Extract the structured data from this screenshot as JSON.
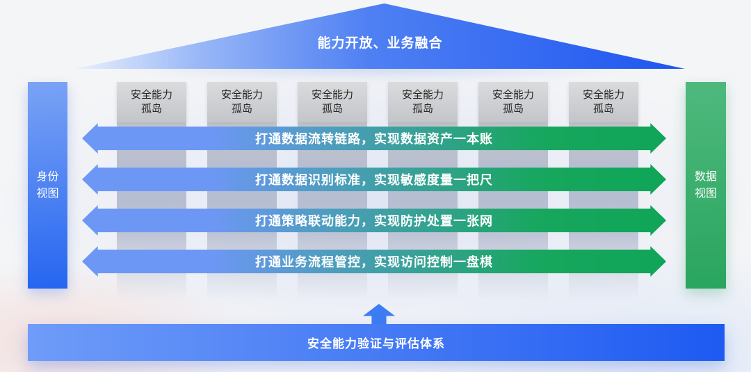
{
  "roof": {
    "label": "能力开放、业务融合"
  },
  "left_bar": {
    "label": "身份\n视图"
  },
  "right_bar": {
    "label": "数据\n视图"
  },
  "islands": [
    {
      "label": "安全能力\n孤岛"
    },
    {
      "label": "安全能力\n孤岛"
    },
    {
      "label": "安全能力\n孤岛"
    },
    {
      "label": "安全能力\n孤岛"
    },
    {
      "label": "安全能力\n孤岛"
    },
    {
      "label": "安全能力\n孤岛"
    }
  ],
  "arrows": [
    {
      "label": "打通数据流转链路，实现数据资产一本账"
    },
    {
      "label": "打通数据识别标准，实现敏感度量一把尺"
    },
    {
      "label": "打通策略联动能力，实现防护处置一张网"
    },
    {
      "label": "打通业务流程管控，实现访问控制一盘棋"
    }
  ],
  "bottom_bar": {
    "label": "安全能力验证与评估体系"
  },
  "colors": {
    "roof_blue": "#1e56f0",
    "identity_bar_blue": "#2565f0",
    "data_bar_green": "#29a55f",
    "arrow_blue": "#6d97f5",
    "arrow_green": "#0fa557",
    "island_gray": "#c3c5c9",
    "bottom_bar_blue": "#1e5af2",
    "background": "#f4f5f7"
  }
}
